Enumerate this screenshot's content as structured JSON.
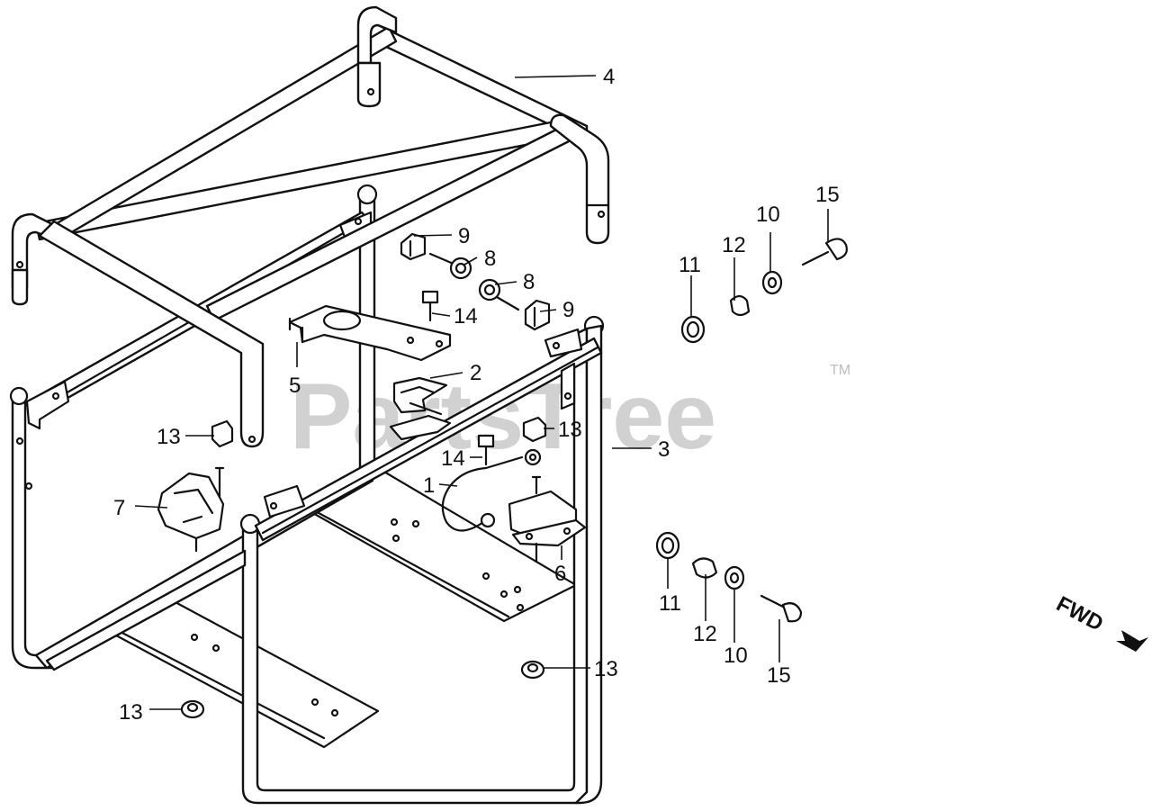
{
  "watermark": {
    "text": "PartsTree",
    "trademark": "TM"
  },
  "direction": {
    "text": "FWD"
  },
  "callouts": [
    {
      "id": "c4",
      "label": "4"
    },
    {
      "id": "c9a",
      "label": "9"
    },
    {
      "id": "c8a",
      "label": "8"
    },
    {
      "id": "c8b",
      "label": "8"
    },
    {
      "id": "c9b",
      "label": "9"
    },
    {
      "id": "c14a",
      "label": "14"
    },
    {
      "id": "c5",
      "label": "5"
    },
    {
      "id": "c2",
      "label": "2"
    },
    {
      "id": "c13a",
      "label": "13"
    },
    {
      "id": "c13b",
      "label": "13"
    },
    {
      "id": "c3",
      "label": "3"
    },
    {
      "id": "c14b",
      "label": "14"
    },
    {
      "id": "c1",
      "label": "1"
    },
    {
      "id": "c7",
      "label": "7"
    },
    {
      "id": "c6",
      "label": "6"
    },
    {
      "id": "c13c",
      "label": "13"
    },
    {
      "id": "c13d",
      "label": "13"
    },
    {
      "id": "c15a",
      "label": "15"
    },
    {
      "id": "c10a",
      "label": "10"
    },
    {
      "id": "c12a",
      "label": "12"
    },
    {
      "id": "c11a",
      "label": "11"
    },
    {
      "id": "c11b",
      "label": "11"
    },
    {
      "id": "c12b",
      "label": "12"
    },
    {
      "id": "c10b",
      "label": "10"
    },
    {
      "id": "c15b",
      "label": "15"
    }
  ]
}
